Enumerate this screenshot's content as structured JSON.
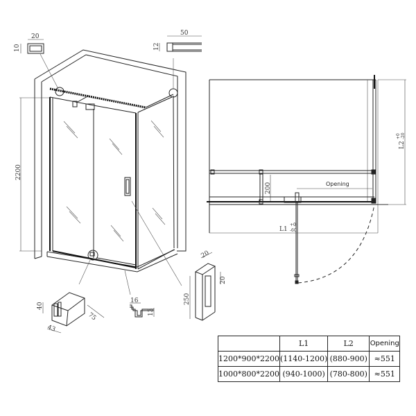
{
  "iso_view": {
    "height_dim": "2200",
    "details": {
      "top_rail": {
        "width": "20",
        "height": "10"
      },
      "wall_channel": {
        "width": "50",
        "height": "12"
      },
      "glass_clamp": {
        "height": "40",
        "depth": "43",
        "length": "75"
      },
      "bottom_seal": {
        "width": "16",
        "height": "13"
      },
      "handle": {
        "length": "250",
        "depth": "20",
        "width": "20"
      }
    }
  },
  "plan_view": {
    "l1_label": "L1",
    "l1_tol_upper": "+0",
    "l1_tol_lower": "-60",
    "l2_label": "L2",
    "l2_tol_upper": "+0",
    "l2_tol_lower": "-20",
    "fixed_panel_dim": "200",
    "opening_label": "Opening"
  },
  "spec_table": {
    "headers": [
      "",
      "L1",
      "L2",
      "Opening"
    ],
    "rows": [
      [
        "1200*900*2200",
        "(1140-1200)",
        "(880-900)",
        "≈551"
      ],
      [
        "1000*800*2200",
        "(940-1000)",
        "(780-800)",
        "≈551"
      ]
    ]
  }
}
